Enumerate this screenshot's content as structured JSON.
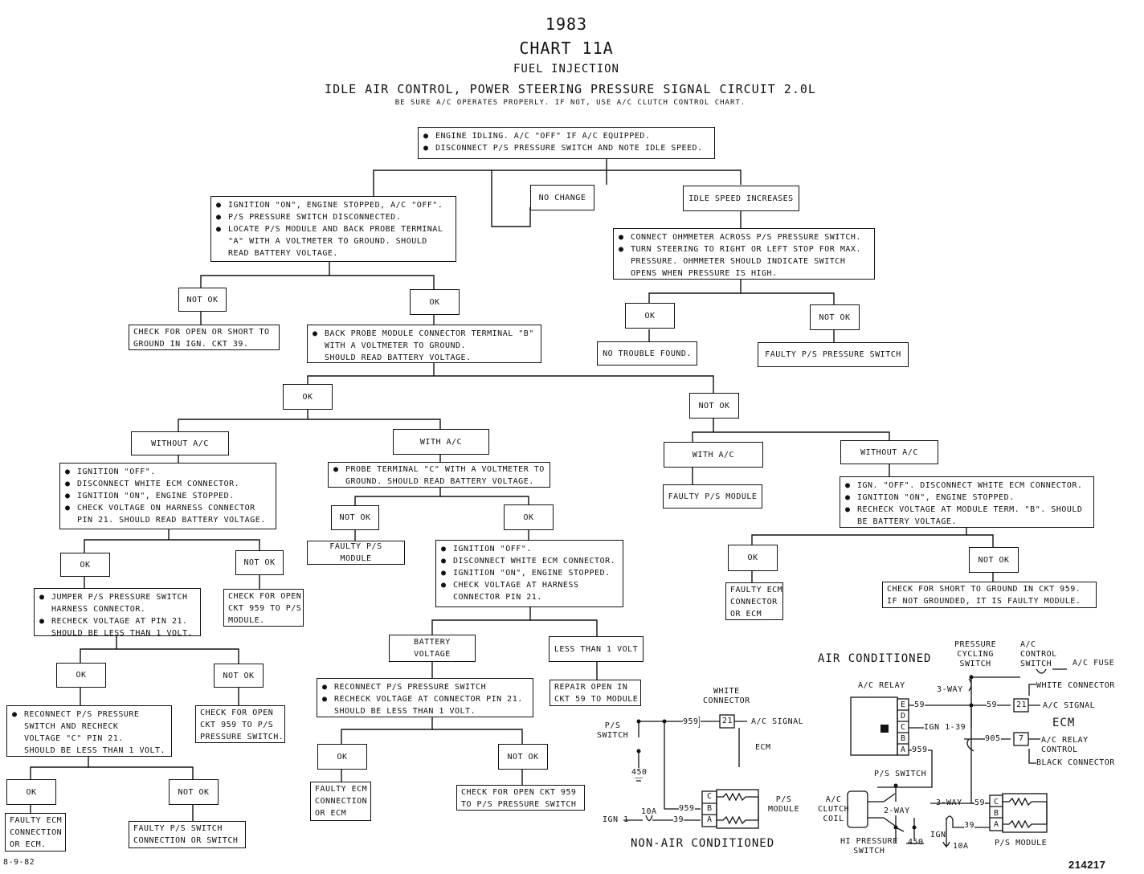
{
  "header": {
    "year": "1983",
    "chart": "CHART 11A",
    "system": "FUEL INJECTION",
    "title": "IDLE AIR CONTROL, POWER STEERING PRESSURE SIGNAL CIRCUIT 2.0L",
    "note": "BE SURE A/C OPERATES PROPERLY. IF NOT, USE A/C CLUTCH CONTROL CHART."
  },
  "nodes": {
    "start": [
      "ENGINE IDLING. A/C \"OFF\" IF A/C EQUIPPED.",
      "DISCONNECT P/S PRESSURE SWITCH AND NOTE IDLE SPEED."
    ],
    "no_change": "NO CHANGE",
    "idle_inc": "IDLE SPEED INCREASES",
    "ign_on": [
      "IGNITION \"ON\", ENGINE STOPPED, A/C \"OFF\".",
      "P/S PRESSURE SWITCH DISCONNECTED.",
      "LOCATE P/S MODULE AND BACK PROBE TERMINAL"
    ],
    "ign_on_cont": [
      "\"A\" WITH A VOLTMETER TO GROUND. SHOULD",
      "READ BATTERY VOLTAGE."
    ],
    "ohm": [
      "CONNECT OHMMETER ACROSS P/S PRESSURE SWITCH.",
      "TURN STEERING TO RIGHT OR LEFT STOP FOR MAX."
    ],
    "ohm_cont": [
      "PRESSURE. OHMMETER SHOULD INDICATE SWITCH",
      "OPENS WHEN PRESSURE IS HIGH."
    ],
    "notok1": "NOT OK",
    "ok1": "OK",
    "ok_r1": "OK",
    "notok_r1": "NOT OK",
    "check_open_39": [
      "CHECK FOR OPEN OR SHORT TO",
      "GROUND IN IGN. CKT 39."
    ],
    "back_probe_b": [
      "BACK PROBE MODULE CONNECTOR TERMINAL \"B\""
    ],
    "back_probe_b_cont": [
      "WITH A VOLTMETER TO GROUND.",
      "SHOULD READ BATTERY VOLTAGE."
    ],
    "no_trouble": "NO TROUBLE FOUND.",
    "faulty_ps_switch": "FAULTY P/S PRESSURE SWITCH",
    "ok2": "OK",
    "notok2": "NOT OK",
    "without_ac_l": "WITHOUT A/C",
    "with_ac_l": "WITH A/C",
    "with_ac_r": "WITH A/C",
    "without_ac_r": "WITHOUT A/C",
    "ign_off_l": [
      "IGNITION \"OFF\".",
      "DISCONNECT WHITE ECM CONNECTOR.",
      "IGNITION \"ON\", ENGINE STOPPED.",
      "CHECK VOLTAGE ON HARNESS CONNECTOR"
    ],
    "ign_off_l_cont": [
      "PIN 21. SHOULD READ BATTERY VOLTAGE."
    ],
    "probe_c": [
      "PROBE TERMINAL \"C\" WITH A VOLTMETER TO"
    ],
    "probe_c_cont": [
      "GROUND. SHOULD READ BATTERY VOLTAGE."
    ],
    "faulty_module_r": "FAULTY P/S MODULE",
    "ign_r": [
      "IGN. \"OFF\". DISCONNECT WHITE ECM CONNECTOR.",
      "IGNITION \"ON\", ENGINE STOPPED.",
      "RECHECK VOLTAGE AT MODULE TERM. \"B\". SHOULD"
    ],
    "ign_r_cont": [
      "BE BATTERY VOLTAGE."
    ],
    "notok_c": "NOT OK",
    "ok_c": "OK",
    "faulty_module_c": "FAULTY P/S MODULE",
    "ign_off_c": [
      "IGNITION \"OFF\".",
      "DISCONNECT WHITE ECM CONNECTOR.",
      "IGNITION \"ON\", ENGINE STOPPED.",
      "CHECK VOLTAGE AT HARNESS"
    ],
    "ign_off_c_cont": [
      "CONNECTOR PIN 21."
    ],
    "ok_rr": "OK",
    "notok_rr": "NOT OK",
    "faulty_ecm_rr": [
      "FAULTY ECM",
      "CONNECTOR",
      "OR ECM"
    ],
    "check_short_959": [
      "CHECK FOR SHORT TO GROUND IN CKT 959.",
      "IF NOT GROUNDED, IT IS FAULTY MODULE."
    ],
    "ok_l3": "OK",
    "notok_l3": "NOT OK",
    "jumper": [
      "JUMPER P/S PRESSURE SWITCH"
    ],
    "jumper_cont": [
      "HARNESS CONNECTOR."
    ],
    "jumper2": [
      "RECHECK VOLTAGE AT PIN 21."
    ],
    "jumper2_cont": [
      "SHOULD BE LESS THAN 1 VOLT."
    ],
    "check_open_959_a": [
      "CHECK FOR OPEN",
      "CKT 959 TO P/S",
      "MODULE."
    ],
    "battery_voltage": "BATTERY VOLTAGE",
    "less_1v": "LESS THAN 1 VOLT",
    "reconnect_c": [
      "RECONNECT P/S PRESSURE SWITCH",
      "RECHECK VOLTAGE AT CONNECTOR PIN 21."
    ],
    "reconnect_c_cont": [
      "SHOULD BE LESS THAN 1 VOLT."
    ],
    "repair_open_59": [
      "REPAIR OPEN IN",
      "CKT 59 TO MODULE."
    ],
    "ok_l4": "OK",
    "notok_l4": "NOT OK",
    "reconnect_l": [
      "RECONNECT P/S PRESSURE"
    ],
    "reconnect_l_cont": [
      "SWITCH AND RECHECK",
      "VOLTAGE \"C\" PIN 21.",
      "SHOULD BE LESS THAN 1 VOLT."
    ],
    "check_open_959_b": [
      "CHECK FOR OPEN",
      "CKT 959 TO P/S",
      "PRESSURE SWITCH."
    ],
    "ok_c5": "OK",
    "notok_c5": "NOT OK",
    "faulty_ecm_c5": [
      "FAULTY ECM",
      "CONNECTION",
      "OR ECM"
    ],
    "check_open_959_c": [
      "CHECK FOR OPEN CKT 959",
      "TO P/S PRESSURE SWITCH"
    ],
    "ok_l5": "OK",
    "notok_l5": "NOT OK",
    "faulty_ecm_l5": [
      "FAULTY ECM",
      "CONNECTION",
      "OR ECM."
    ],
    "faulty_switch_l5": [
      "FAULTY P/S SWITCH",
      "CONNECTION OR SWITCH"
    ]
  },
  "schematic_nonac": {
    "title": "NON-AIR CONDITIONED",
    "white_connector": "WHITE\nCONNECTOR",
    "ps_switch": "P/S\nSWITCH",
    "ac_signal": "A/C SIGNAL",
    "ecm": "ECM",
    "w959a": "959",
    "w959b": "959",
    "w39": "39",
    "ign1": "IGN 1",
    "fuse": "10A",
    "pin21": "21",
    "w450": "450",
    "ps_module": "P/S\nMODULE",
    "pins": [
      "C",
      "B",
      "A"
    ]
  },
  "schematic_ac": {
    "title": "AIR CONDITIONED",
    "pressure_cycling": "PRESSURE\nCYCLING\nSWITCH",
    "ac_control": "A/C\nCONTROL\nSWITCH",
    "ac_fuse": "A/C FUSE",
    "ac_relay": "A/C RELAY",
    "three_way_a": "3-WAY",
    "white_conn": "WHITE CONNECTOR",
    "ac_signal": "A/C SIGNAL",
    "ecm": "ECM",
    "ac_relay_control": "A/C RELAY\nCONTROL",
    "black_conn": "BLACK CONNECTOR",
    "relay_pins": [
      "E",
      "D",
      "C",
      "B",
      "A"
    ],
    "w59a": "59",
    "w59b": "59",
    "ign139": "IGN 1-39",
    "w905": "905",
    "w959": "959",
    "pin21": "21",
    "pin7": "7",
    "ps_switch": "P/S SWITCH",
    "clutch": "A/C\nCLUTCH\nCOIL",
    "two_way": "2-WAY",
    "three_way_b": "3-WAY",
    "w59c": "59",
    "w39": "39",
    "hi_pressure": "HI PRESSURE\nSWITCH",
    "w450": "450",
    "ign": "IGN",
    "fuse": "10A",
    "ps_module": "P/S MODULE",
    "module_pins": [
      "C",
      "B",
      "A"
    ]
  },
  "footer": {
    "date": "8-9-82",
    "figure_id": "214217"
  }
}
